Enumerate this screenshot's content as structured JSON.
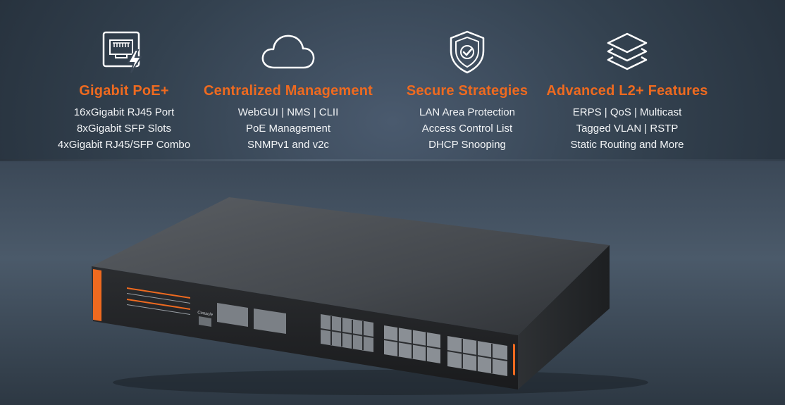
{
  "features": [
    {
      "icon": "ethernet-port-lightning-icon",
      "title": "Gigabit PoE+",
      "lines": [
        "16xGigabit RJ45 Port",
        "8xGigabit SFP Slots",
        "4xGigabit RJ45/SFP Combo"
      ]
    },
    {
      "icon": "cloud-icon",
      "title": "Centralized Management",
      "lines": [
        "WebGUI | NMS | CLII",
        "PoE Management",
        "SNMPv1 and v2c"
      ]
    },
    {
      "icon": "shield-check-icon",
      "title": "Secure Strategies",
      "lines": [
        "LAN Area Protection",
        "Access Control List",
        "DHCP Snooping"
      ]
    },
    {
      "icon": "layers-icon",
      "title": "Advanced L2+ Features",
      "lines": [
        "ERPS | QoS | Multicast",
        "Tagged VLAN | RSTP",
        "Static Routing and More"
      ]
    }
  ],
  "product": {
    "console_label": "Console"
  },
  "colors": {
    "accent": "#ef6a1f",
    "text": "#f2f4f6"
  }
}
